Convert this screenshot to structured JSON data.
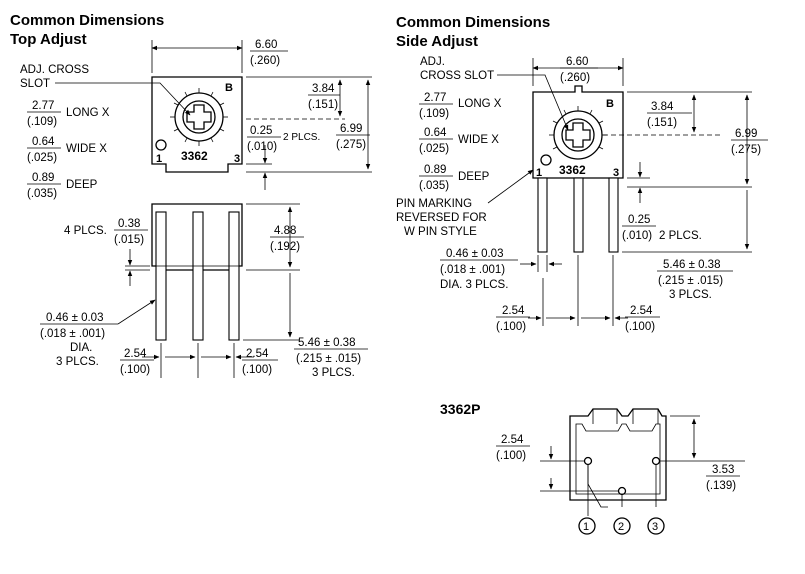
{
  "top_adjust": {
    "heading_line1": "Common Dimensions",
    "heading_line2": "Top Adjust",
    "slot_label_line1": "ADJ. CROSS",
    "slot_label_line2": "SLOT",
    "long_x_num": "2.77",
    "long_x_den": "(.109)",
    "long_x_label": "LONG X",
    "wide_x_num": "0.64",
    "wide_x_den": "(.025)",
    "wide_x_label": "WIDE X",
    "deep_num": "0.89",
    "deep_den": "(.035)",
    "deep_label": "DEEP",
    "width_num": "6.60",
    "width_den": "(.260)",
    "h384_num": "3.84",
    "h384_den": "(.151)",
    "h699_num": "6.99",
    "h699_den": "(.275)",
    "h025_num": "0.25",
    "h025_den": "(.010)",
    "h025_label": "2 PLCS.",
    "body_text": "3362",
    "pin1": "1",
    "pin3": "3",
    "logo": "B",
    "standoff_prefix": "4 PLCS.",
    "standoff_num": "0.38",
    "standoff_den": "(.015)",
    "h488_num": "4.88",
    "h488_den": "(.192)",
    "dia_num": "0.46 ± 0.03",
    "dia_den": "(.018 ± .001)",
    "dia_line3": "DIA.",
    "dia_line4": "3 PLCS.",
    "pitch_left_num": "2.54",
    "pitch_left_den": "(.100)",
    "pitch_right_num": "2.54",
    "pitch_right_den": "(.100)",
    "pin_len_num": "5.46 ± 0.38",
    "pin_len_den": "(.215 ± .015)",
    "pin_len_plcs": "3 PLCS."
  },
  "side_adjust": {
    "heading_line1": "Common Dimensions",
    "heading_line2": "Side Adjust",
    "slot_label_line1": "ADJ.",
    "slot_label_line2": "CROSS SLOT",
    "long_x_num": "2.77",
    "long_x_den": "(.109)",
    "long_x_label": "LONG X",
    "wide_x_num": "0.64",
    "wide_x_den": "(.025)",
    "wide_x_label": "WIDE X",
    "deep_num": "0.89",
    "deep_den": "(.035)",
    "deep_label": "DEEP",
    "width_num": "6.60",
    "width_den": "(.260)",
    "h384_num": "3.84",
    "h384_den": "(.151)",
    "h699_num": "6.99",
    "h699_den": "(.275)",
    "body_text": "3362",
    "pin1": "1",
    "pin3": "3",
    "logo": "B",
    "pin_marking_line1": "PIN MARKING",
    "pin_marking_line2": "REVERSED FOR",
    "pin_marking_line3": "W PIN STYLE",
    "h025_num": "0.25",
    "h025_den": "(.010)",
    "h025_label": "2 PLCS.",
    "dia_num": "0.46 ± 0.03",
    "dia_den": "(.018 ± .001)",
    "dia_line3": "DIA. 3 PLCS.",
    "pin_len_num": "5.46 ± 0.38",
    "pin_len_den": "(.215 ± .015)",
    "pin_len_plcs": "3 PLCS.",
    "pitch_left_num": "2.54",
    "pitch_left_den": "(.100)",
    "pitch_right_num": "2.54",
    "pitch_right_den": "(.100)"
  },
  "model_3362p": {
    "heading": "3362P",
    "dim254_num": "2.54",
    "dim254_den": "(.100)",
    "dim353_num": "3.53",
    "dim353_den": "(.139)",
    "pin_numbers": [
      "1",
      "2",
      "3"
    ]
  }
}
